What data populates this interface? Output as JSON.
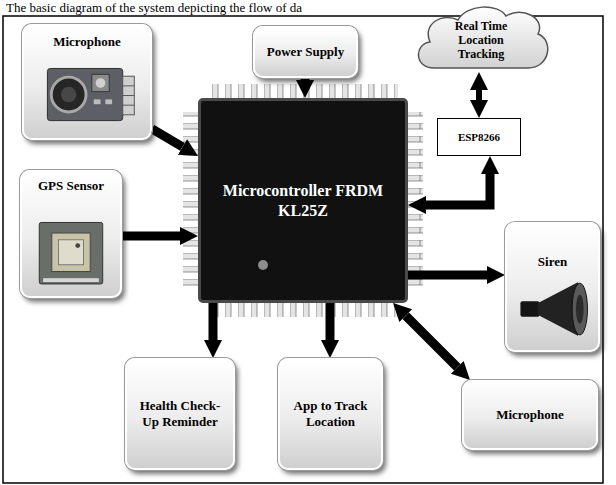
{
  "diagram": {
    "title": "The basic diagram of the system depicting the flow of da",
    "nodes": [
      {
        "text": [
          "Microphone"
        ]
      },
      {
        "text": [
          "Power Supply"
        ]
      },
      {
        "text": [
          "Real Time Location Tracking"
        ]
      },
      {
        "text": [
          "ESP8266"
        ]
      },
      {
        "text": [
          "Microcontroller FRDM KL25Z"
        ]
      },
      {
        "text": [
          "GPS Sensor"
        ]
      },
      {
        "text": [
          "Siren"
        ]
      },
      {
        "text": [
          "Health Check-Up Reminder"
        ]
      },
      {
        "text": [
          "App to Track Location"
        ]
      },
      {
        "text": [
          "Microphone"
        ]
      }
    ],
    "edges": [
      {
        "from": 0,
        "to": 4,
        "arrow": "to"
      },
      {
        "from": 1,
        "to": 4,
        "arrow": "to"
      },
      {
        "from": 3,
        "to": 2,
        "arrow": "both"
      },
      {
        "from": 3,
        "to": 4,
        "arrow": "both"
      },
      {
        "from": 5,
        "to": 4,
        "arrow": "to"
      },
      {
        "from": 4,
        "to": 6,
        "arrow": "to"
      },
      {
        "from": 4,
        "to": 7,
        "arrow": "to"
      },
      {
        "from": 4,
        "to": 8,
        "arrow": "to"
      },
      {
        "from": 4,
        "to": 9,
        "arrow": "both"
      }
    ]
  }
}
